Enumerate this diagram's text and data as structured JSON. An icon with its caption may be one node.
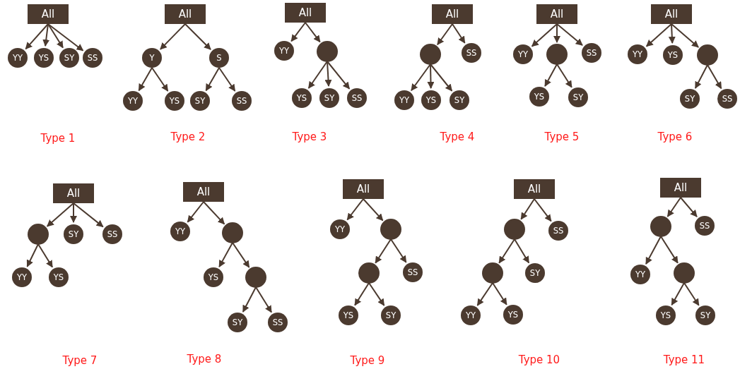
{
  "diagram": {
    "nodes": [
      {
        "text": [
          "All"
        ]
      },
      {
        "text": [
          "YY"
        ]
      },
      {
        "text": [
          "YS"
        ]
      },
      {
        "text": [
          "SY"
        ]
      },
      {
        "text": [
          "SS"
        ]
      },
      {
        "text": [
          "All"
        ]
      },
      {
        "text": [
          "Y"
        ]
      },
      {
        "text": [
          "S"
        ]
      },
      {
        "text": [
          "YY"
        ]
      },
      {
        "text": [
          "YS"
        ]
      },
      {
        "text": [
          "SY"
        ]
      },
      {
        "text": [
          "SS"
        ]
      },
      {
        "text": [
          "All"
        ]
      },
      {
        "text": [
          "YY"
        ]
      },
      {
        "text": [],
        "shape": "circle"
      },
      {
        "text": [
          "YS"
        ]
      },
      {
        "text": [
          "SY"
        ]
      },
      {
        "text": [
          "SS"
        ]
      },
      {
        "text": [
          "All"
        ]
      },
      {
        "text": [],
        "shape": "circle"
      },
      {
        "text": [
          "SS"
        ]
      },
      {
        "text": [
          "YY"
        ]
      },
      {
        "text": [
          "YS"
        ]
      },
      {
        "text": [
          "SY"
        ]
      },
      {
        "text": [
          "All"
        ]
      },
      {
        "text": [
          "YY"
        ]
      },
      {
        "text": [],
        "shape": "circle"
      },
      {
        "text": [
          "SS"
        ]
      },
      {
        "text": [
          "YS"
        ]
      },
      {
        "text": [
          "SY"
        ]
      },
      {
        "text": [
          "All"
        ]
      },
      {
        "text": [
          "YY"
        ]
      },
      {
        "text": [
          "YS"
        ]
      },
      {
        "text": [],
        "shape": "circle"
      },
      {
        "text": [
          "SY"
        ]
      },
      {
        "text": [
          "SS"
        ]
      },
      {
        "text": [
          "All"
        ]
      },
      {
        "text": [],
        "shape": "circle"
      },
      {
        "text": [
          "SY"
        ]
      },
      {
        "text": [
          "SS"
        ]
      },
      {
        "text": [
          "YY"
        ]
      },
      {
        "text": [
          "YS"
        ]
      },
      {
        "text": [
          "All"
        ]
      },
      {
        "text": [
          "YY"
        ]
      },
      {
        "text": [],
        "shape": "circle"
      },
      {
        "text": [
          "YS"
        ]
      },
      {
        "text": [],
        "shape": "circle"
      },
      {
        "text": [
          "SY"
        ]
      },
      {
        "text": [
          "SS"
        ]
      },
      {
        "text": [
          "All"
        ]
      },
      {
        "text": [
          "YY"
        ]
      },
      {
        "text": [],
        "shape": "circle"
      },
      {
        "text": [],
        "shape": "circle"
      },
      {
        "text": [
          "SS"
        ]
      },
      {
        "text": [
          "YS"
        ]
      },
      {
        "text": [
          "SY"
        ]
      },
      {
        "text": [
          "All"
        ]
      },
      {
        "text": [],
        "shape": "circle"
      },
      {
        "text": [
          "SS"
        ]
      },
      {
        "text": [],
        "shape": "circle"
      },
      {
        "text": [
          "SY"
        ]
      },
      {
        "text": [
          "YY"
        ]
      },
      {
        "text": [
          "YS"
        ]
      },
      {
        "text": [
          "All"
        ]
      },
      {
        "text": [],
        "shape": "circle"
      },
      {
        "text": [
          "SS"
        ]
      },
      {
        "text": [
          "YY"
        ]
      },
      {
        "text": [],
        "shape": "circle"
      },
      {
        "text": [
          "YS"
        ]
      },
      {
        "text": [
          "SY"
        ]
      }
    ],
    "edges": [
      {
        "from": 0,
        "to": 1,
        "arrow": "to"
      },
      {
        "from": 0,
        "to": 2,
        "arrow": "to"
      },
      {
        "from": 0,
        "to": 3,
        "arrow": "to"
      },
      {
        "from": 0,
        "to": 4,
        "arrow": "to"
      },
      {
        "from": 5,
        "to": 6,
        "arrow": "to"
      },
      {
        "from": 5,
        "to": 7,
        "arrow": "to"
      },
      {
        "from": 6,
        "to": 8,
        "arrow": "to"
      },
      {
        "from": 6,
        "to": 9,
        "arrow": "to"
      },
      {
        "from": 7,
        "to": 10,
        "arrow": "to"
      },
      {
        "from": 7,
        "to": 11,
        "arrow": "to"
      },
      {
        "from": 12,
        "to": 13,
        "arrow": "to"
      },
      {
        "from": 12,
        "to": 14,
        "arrow": "to"
      },
      {
        "from": 14,
        "to": 15,
        "arrow": "to"
      },
      {
        "from": 14,
        "to": 16,
        "arrow": "to"
      },
      {
        "from": 14,
        "to": 17,
        "arrow": "to"
      },
      {
        "from": 18,
        "to": 19,
        "arrow": "to"
      },
      {
        "from": 18,
        "to": 20,
        "arrow": "to"
      },
      {
        "from": 19,
        "to": 21,
        "arrow": "to"
      },
      {
        "from": 19,
        "to": 22,
        "arrow": "to"
      },
      {
        "from": 19,
        "to": 23,
        "arrow": "to"
      },
      {
        "from": 24,
        "to": 25,
        "arrow": "to"
      },
      {
        "from": 24,
        "to": 26,
        "arrow": "to"
      },
      {
        "from": 24,
        "to": 27,
        "arrow": "to"
      },
      {
        "from": 26,
        "to": 28,
        "arrow": "to"
      },
      {
        "from": 26,
        "to": 29,
        "arrow": "to"
      },
      {
        "from": 30,
        "to": 31,
        "arrow": "to"
      },
      {
        "from": 30,
        "to": 32,
        "arrow": "to"
      },
      {
        "from": 30,
        "to": 33,
        "arrow": "to"
      },
      {
        "from": 33,
        "to": 34,
        "arrow": "to"
      },
      {
        "from": 33,
        "to": 35,
        "arrow": "to"
      },
      {
        "from": 36,
        "to": 37,
        "arrow": "to"
      },
      {
        "from": 36,
        "to": 38,
        "arrow": "to"
      },
      {
        "from": 36,
        "to": 39,
        "arrow": "to"
      },
      {
        "from": 37,
        "to": 40,
        "arrow": "to"
      },
      {
        "from": 37,
        "to": 41,
        "arrow": "to"
      },
      {
        "from": 42,
        "to": 43,
        "arrow": "to"
      },
      {
        "from": 42,
        "to": 44,
        "arrow": "to"
      },
      {
        "from": 44,
        "to": 45,
        "arrow": "to"
      },
      {
        "from": 44,
        "to": 46,
        "arrow": "to"
      },
      {
        "from": 46,
        "to": 47,
        "arrow": "to"
      },
      {
        "from": 46,
        "to": 48,
        "arrow": "to"
      },
      {
        "from": 49,
        "to": 50,
        "arrow": "to"
      },
      {
        "from": 49,
        "to": 51,
        "arrow": "to"
      },
      {
        "from": 51,
        "to": 52,
        "arrow": "to"
      },
      {
        "from": 51,
        "to": 53,
        "arrow": "to"
      },
      {
        "from": 52,
        "to": 54,
        "arrow": "to"
      },
      {
        "from": 52,
        "to": 55,
        "arrow": "to"
      },
      {
        "from": 56,
        "to": 57,
        "arrow": "to"
      },
      {
        "from": 56,
        "to": 58,
        "arrow": "to"
      },
      {
        "from": 57,
        "to": 59,
        "arrow": "to"
      },
      {
        "from": 57,
        "to": 60,
        "arrow": "to"
      },
      {
        "from": 59,
        "to": 61,
        "arrow": "to"
      },
      {
        "from": 59,
        "to": 62,
        "arrow": "to"
      },
      {
        "from": 63,
        "to": 64,
        "arrow": "to"
      },
      {
        "from": 63,
        "to": 65,
        "arrow": "to"
      },
      {
        "from": 64,
        "to": 66,
        "arrow": "to"
      },
      {
        "from": 64,
        "to": 67,
        "arrow": "to"
      },
      {
        "from": 67,
        "to": 68,
        "arrow": "to"
      },
      {
        "from": 67,
        "to": 69,
        "arrow": "to"
      }
    ],
    "labels": [
      "Type 1",
      "Type 2",
      "Type 3",
      "Type 4",
      "Type 5",
      "Type 6",
      "Type 7",
      "Type 8",
      "Type 9",
      "Type 10",
      "Type 11"
    ]
  }
}
